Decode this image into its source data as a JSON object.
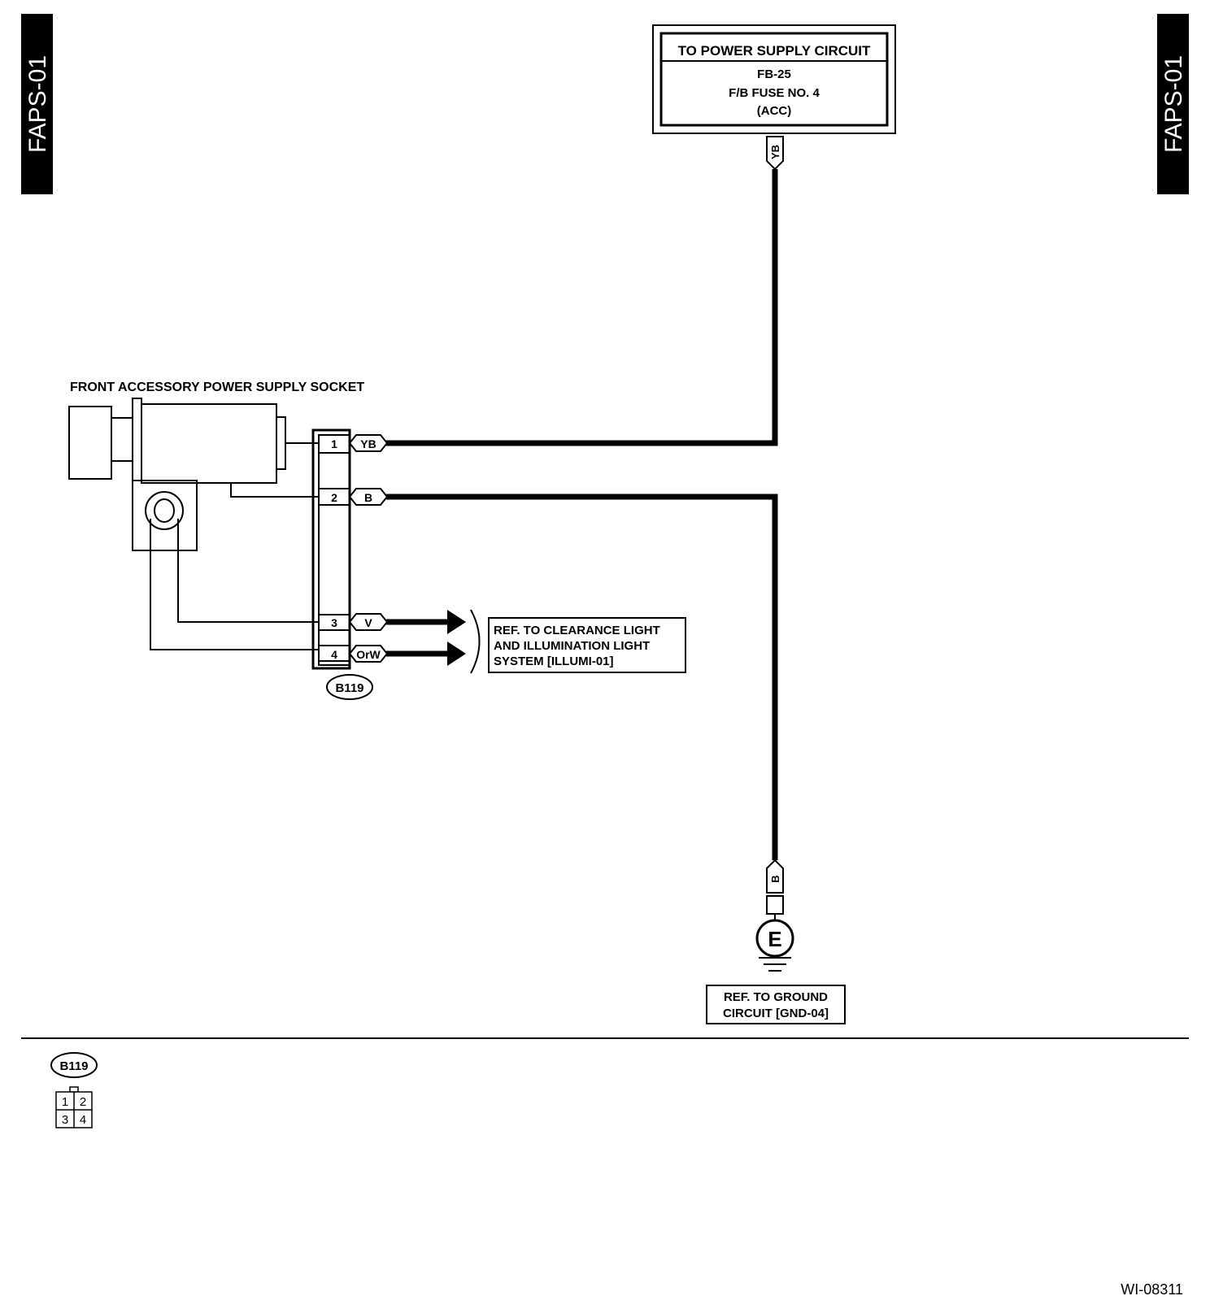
{
  "side_tabs": {
    "left": "FAPS-01",
    "right": "FAPS-01"
  },
  "power_box": {
    "title": "TO POWER SUPPLY CIRCUIT",
    "line1": "FB-25",
    "line2": "F/B FUSE NO. 4",
    "line3": "(ACC)"
  },
  "component_label": "FRONT ACCESSORY POWER SUPPLY SOCKET",
  "connector": {
    "id": "B119",
    "pins": [
      {
        "num": "1",
        "wire": "YB"
      },
      {
        "num": "2",
        "wire": "B"
      },
      {
        "num": "3",
        "wire": "V"
      },
      {
        "num": "4",
        "wire": "OrW"
      }
    ]
  },
  "wire_tags": {
    "power_top": "YB",
    "ground_top": "B"
  },
  "ground_symbol": "E",
  "ref_illumi": {
    "line1": "REF. TO CLEARANCE LIGHT",
    "line2": "AND ILLUMINATION LIGHT",
    "line3": "SYSTEM [ILLUMI-01]"
  },
  "ref_ground": {
    "line1": "REF. TO GROUND",
    "line2": "CIRCUIT [GND-04]"
  },
  "legend": {
    "connector_id": "B119",
    "pins": [
      "1",
      "2",
      "3",
      "4"
    ]
  },
  "figure_id": "WI-08311"
}
